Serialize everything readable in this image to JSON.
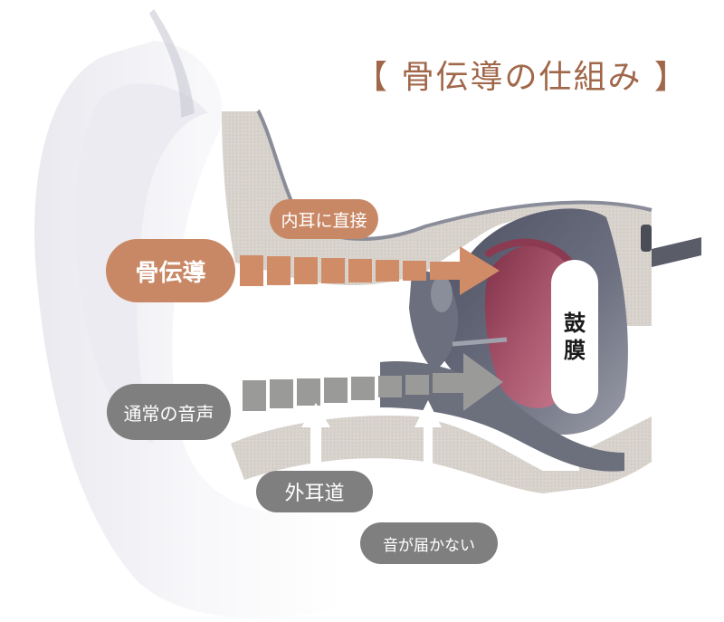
{
  "title": "【 骨伝導の仕組み 】",
  "labels": {
    "bone_conduction": "骨伝導",
    "direct_to_inner_ear": "内耳に直接",
    "normal_sound": "通常の音声",
    "ear_canal": "外耳道",
    "sound_not_reach": "音が届かない",
    "eardrum_1": "鼓",
    "eardrum_2": "膜"
  },
  "colors": {
    "title": "#a0674a",
    "bone_conduction_pill": "#c98865",
    "bone_conduction_arrow": "#cf8c66",
    "normal_sound_pill": "#7f7f7f",
    "normal_sound_arrow": "#9a9a98",
    "eardrum_tissue": "#9b4b62",
    "bone_tissue": "#d9d4cf",
    "cavity": "#5d6170"
  }
}
